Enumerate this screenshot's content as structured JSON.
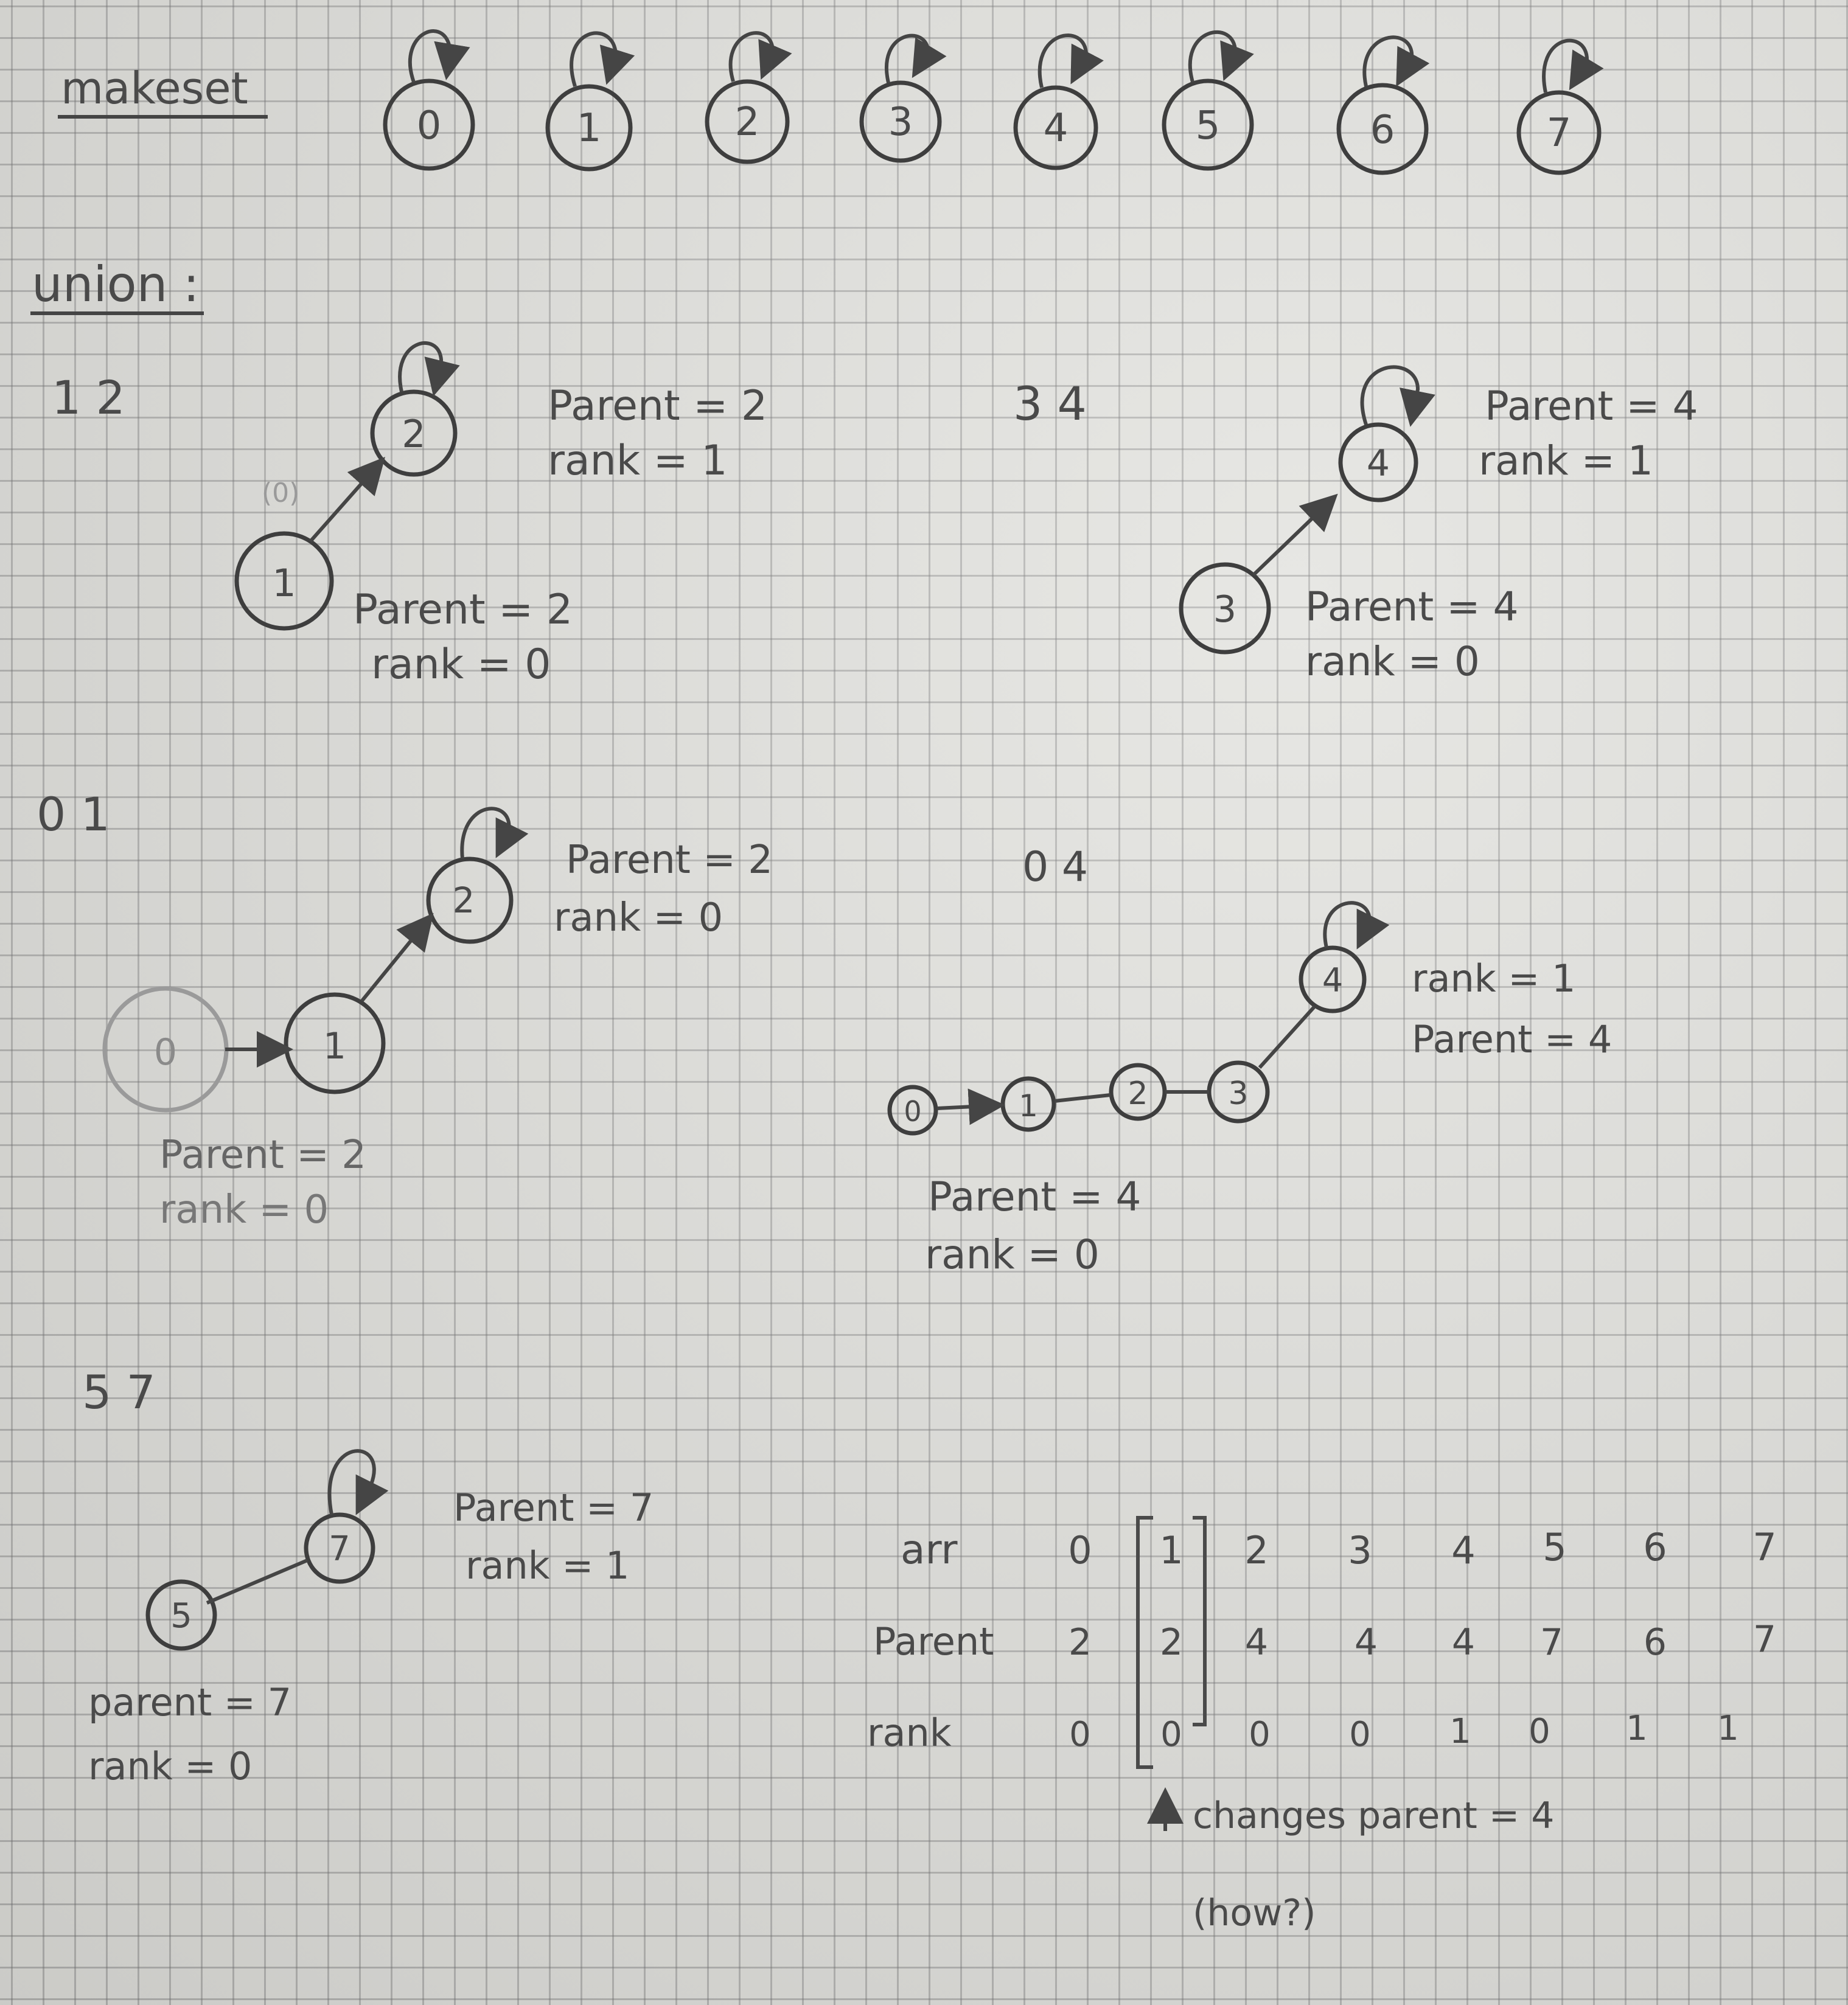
{
  "makeset": {
    "title": "makeset",
    "nodes": [
      "0",
      "1",
      "2",
      "3",
      "4",
      "5",
      "6",
      "7"
    ]
  },
  "union": {
    "title": "union :",
    "u12": {
      "op": "1  2",
      "child": "1",
      "root": "2",
      "ghost": "(0)",
      "root_parent": "Parent = 2",
      "root_rank": "rank = 1",
      "child_parent": "Parent = 2",
      "child_rank": "rank = 0"
    },
    "u34": {
      "op": "3  4",
      "child": "3",
      "root": "4",
      "root_parent": "Parent = 4",
      "root_rank": "rank = 1",
      "child_parent": "Parent = 4",
      "child_rank": "rank = 0"
    },
    "u01": {
      "op": "0  1",
      "n0": "0",
      "n1": "1",
      "n2": "2",
      "root_parent": "Parent = 2",
      "root_rank": "rank = 0",
      "child_parent": "Parent = 2",
      "child_rank": "rank = 0"
    },
    "u04": {
      "op": "0 4",
      "n0": "0",
      "n1": "1",
      "n2": "2",
      "n3": "3",
      "n4": "4",
      "root_rank": "rank = 1",
      "root_parent": "Parent = 4",
      "child_parent": "Parent = 4",
      "child_rank": "rank = 0"
    },
    "u57": {
      "op": "5  7",
      "child": "5",
      "root": "7",
      "root_parent": "Parent = 7",
      "root_rank": "rank = 1",
      "child_parent": "parent = 7",
      "child_rank": "rank = 0"
    }
  },
  "table": {
    "rows": [
      {
        "label": "arr",
        "cells": [
          "0",
          "1",
          "2",
          "3",
          "4",
          "5",
          "6",
          "7"
        ]
      },
      {
        "label": "Parent",
        "cells": [
          "2",
          "2",
          "4",
          "4",
          "4",
          "7",
          "6",
          "7"
        ]
      },
      {
        "label": "rank",
        "cells": [
          "0",
          "0",
          "0",
          "0",
          "1",
          "0",
          "1",
          "1"
        ]
      }
    ],
    "note": "changes parent = 4",
    "question": "(how?)"
  }
}
